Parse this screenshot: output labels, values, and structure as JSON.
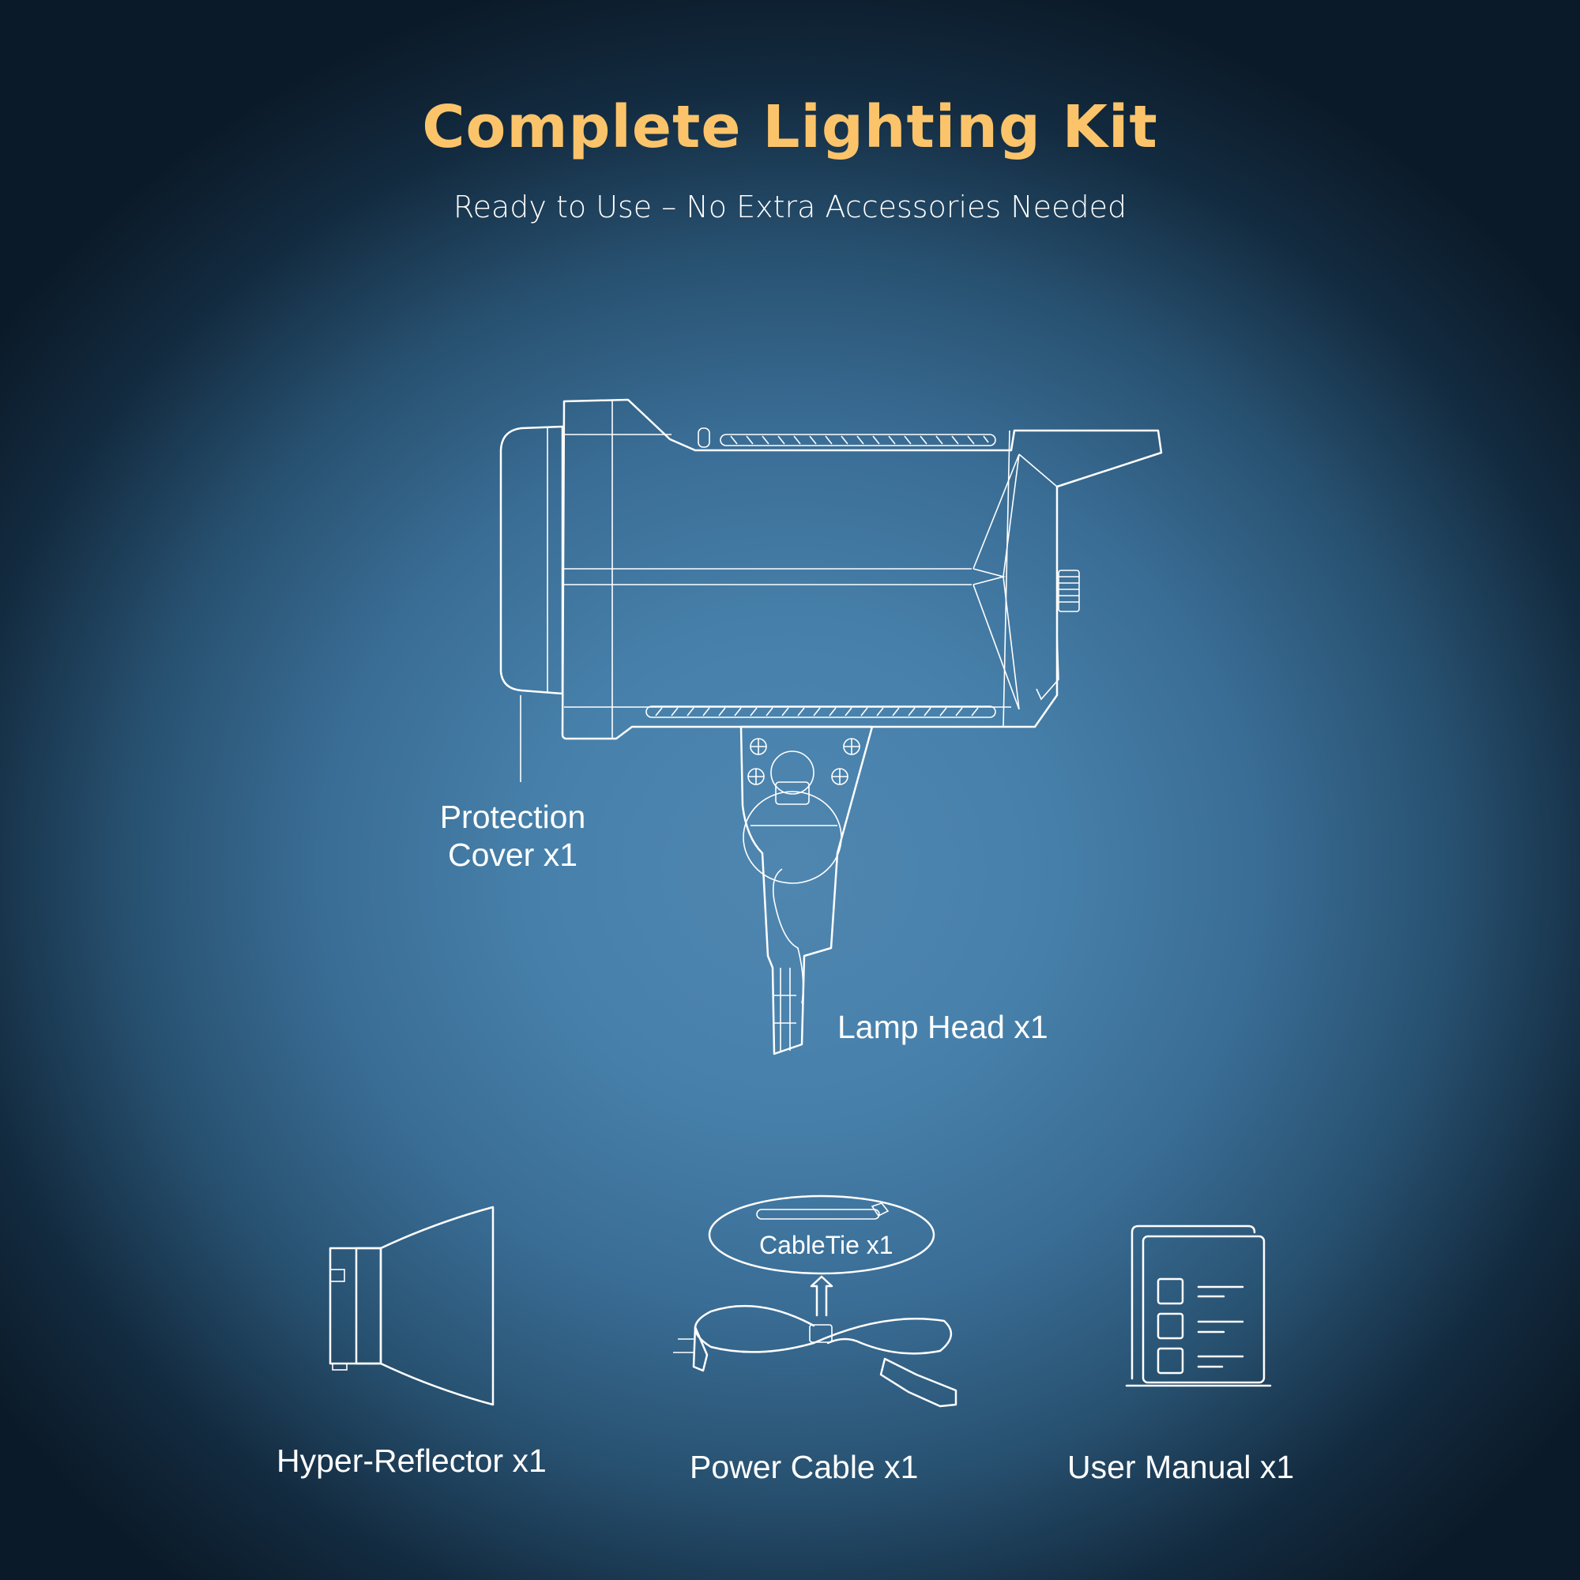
{
  "header": {
    "title": "Complete Lighting Kit",
    "subtitle": "Ready to Use – No Extra Accessories Needed",
    "title_color": "#fcc46a"
  },
  "main_item": {
    "protection_cover_label_line1": "Protection",
    "protection_cover_label_line2": "Cover x1",
    "lamp_head_label": "Lamp Head x1"
  },
  "accessories": {
    "items": [
      {
        "label": "Hyper-Reflector x1",
        "icon": "reflector-icon"
      },
      {
        "label": "Power Cable x1",
        "icon": "power-cable-icon",
        "sub_label": "CableTie x1"
      },
      {
        "label": "User Manual x1",
        "icon": "manual-icon"
      }
    ]
  }
}
